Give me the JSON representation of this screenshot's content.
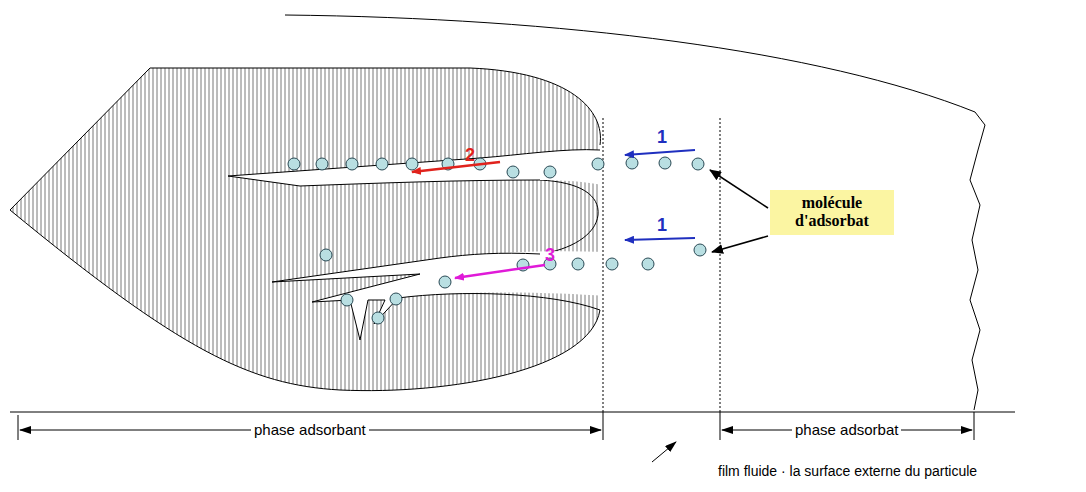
{
  "diagram": {
    "nodes": [
      {
        "text": [
          "molécule d'adsorbat"
        ]
      }
    ],
    "labels": [
      "1",
      "2",
      "1",
      "3",
      "phase adsorbant",
      "phase adsorbat",
      "film fluide · la surface externe du particule"
    ]
  }
}
